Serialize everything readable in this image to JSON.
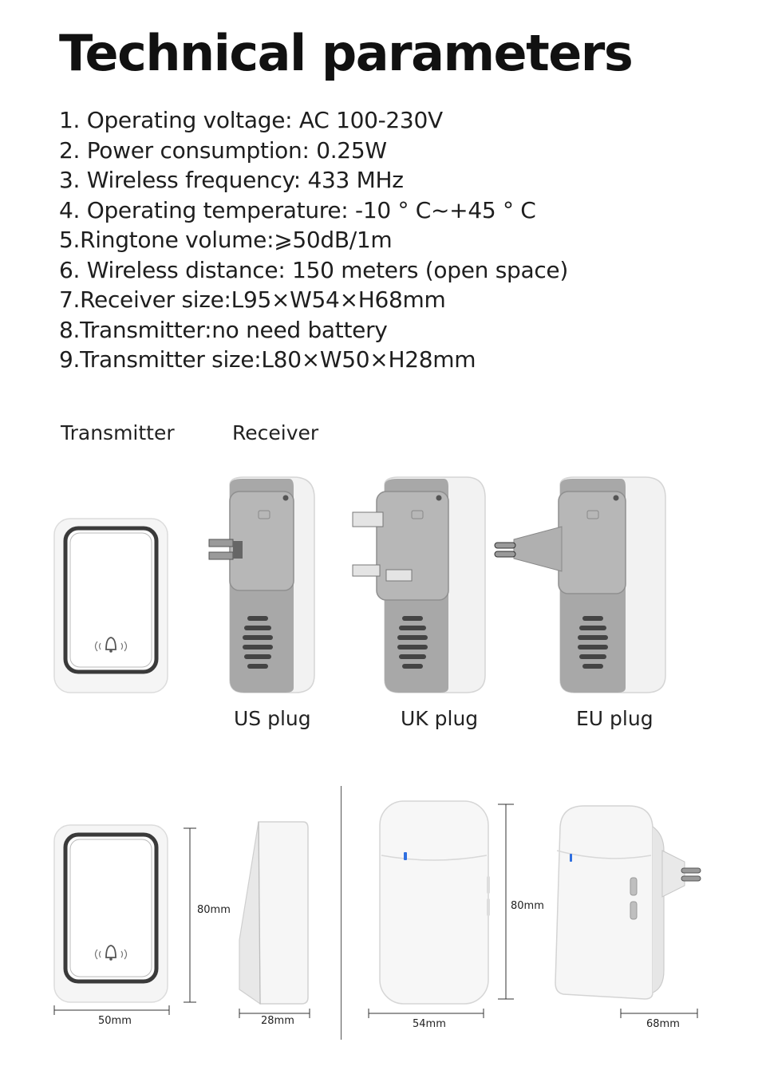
{
  "title": "Technical parameters",
  "specs": [
    "1. Operating voltage: AC 100-230V",
    "2. Power consumption: 0.25W",
    "3. Wireless frequency: 433 MHz",
    "4. Operating temperature: -10 ° C~+45 ° C",
    "5.Ringtone volume:⩾50dB/1m",
    "6. Wireless distance: 150 meters (open space)",
    "7.Receiver size:L95×W54×H68mm",
    "8.Transmitter:no need battery",
    "9.Transmitter size:L80×W50×H28mm"
  ],
  "labels": {
    "transmitter": "Transmitter",
    "receiver": "Receiver",
    "us_plug": "US plug",
    "uk_plug": "UK plug",
    "eu_plug": "EU plug"
  },
  "dimensions": {
    "transmitter_height": "80mm",
    "transmitter_width": "50mm",
    "transmitter_depth": "28mm",
    "receiver_height": "80mm",
    "receiver_width": "54mm",
    "receiver_depth": "68mm"
  },
  "colors": {
    "text": "#1e1e1e",
    "housing_white": "#f4f4f4",
    "panel_gray": "#a9a9a9",
    "indicator_blue": "#2f6fe0"
  }
}
